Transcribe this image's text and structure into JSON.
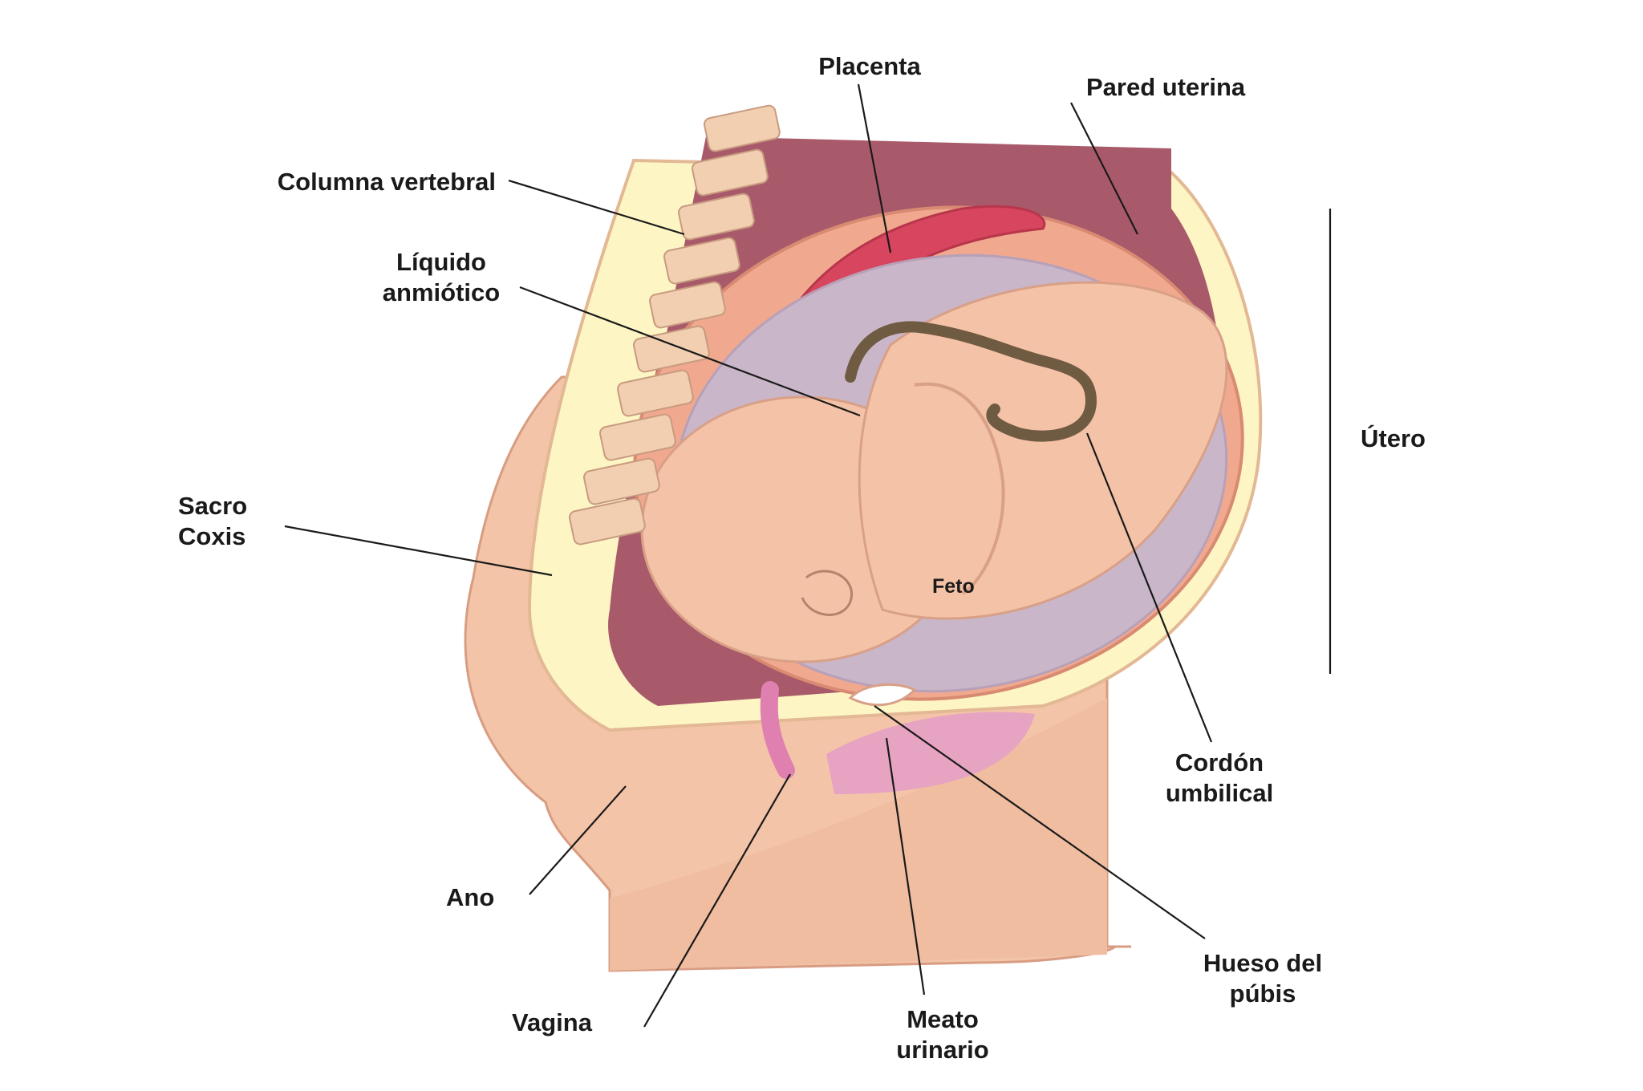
{
  "labels": {
    "placenta": "Placenta",
    "pared_uterina": "Pared uterina",
    "columna_vertebral": "Columna vertebral",
    "liquido_1": "Líquido",
    "liquido_2": "anmiótico",
    "sacro": "Sacro",
    "coxis": "Coxis",
    "utero": "Útero",
    "feto": "Feto",
    "cordon_1": "Cordón",
    "cordon_2": "umbilical",
    "ano": "Ano",
    "hueso_1": "Hueso del",
    "hueso_2": "púbis",
    "vagina": "Vagina",
    "meato_1": "Meato",
    "meato_2": "urinario"
  },
  "colors": {
    "skin": "#f3c4a8",
    "bone": "#fdf6c4",
    "muscle": "#a85a6a",
    "placenta": "#d8455e",
    "fluid": "#c9b6c9",
    "fetus": "#f4c2a6",
    "cord": "#6f5a42",
    "line": "#1a1a1a"
  }
}
